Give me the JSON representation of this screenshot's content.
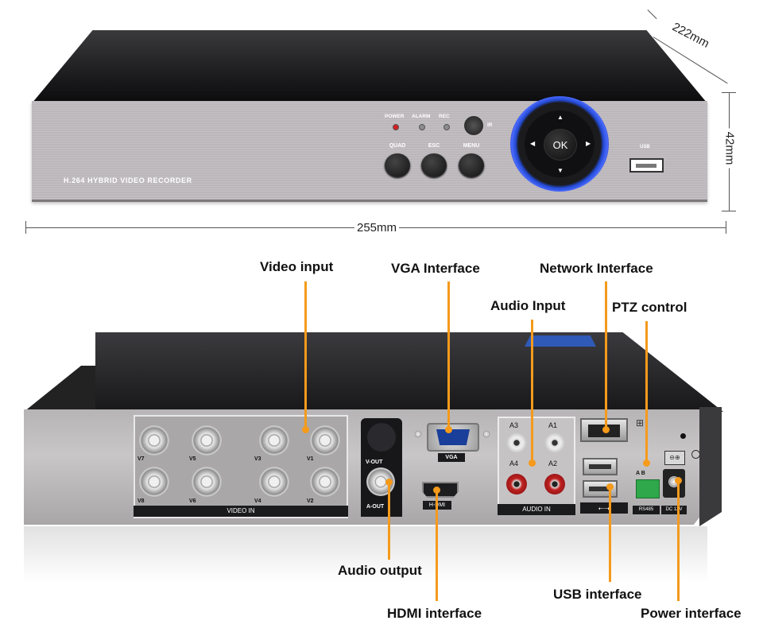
{
  "front": {
    "brand": "H.264 HYBRID VIDEO RECORDER",
    "indicators": [
      "POWER",
      "ALARM",
      "REC"
    ],
    "ir_label": "IR",
    "buttons": [
      "QUAD",
      "ESC",
      "MENU"
    ],
    "ok_label": "OK",
    "usb_label": "USB"
  },
  "dimensions": {
    "depth": "222mm",
    "height": "42mm",
    "width": "255mm"
  },
  "back": {
    "video_labels": [
      "V7",
      "V5",
      "V3",
      "V1",
      "V8",
      "V6",
      "V4",
      "V2"
    ],
    "video_in_label": "VIDEO IN",
    "vout_label": "V-OUT",
    "aout_label": "A-OUT",
    "vga_label": "VGA",
    "hdmi_label": "H-DMI",
    "audio_labels": [
      "A3",
      "A1",
      "A4",
      "A2"
    ],
    "audio_in_label": "AUDIO IN",
    "usb_symbol": "⭠⭢",
    "ab_label": "A   B",
    "rs485_label": "RS485",
    "dc_label": "DC 12V"
  },
  "callouts": {
    "video_input": "Video input",
    "vga_interface": "VGA Interface",
    "network_interface": "Network Interface",
    "audio_input": "Audio Input",
    "ptz_control": "PTZ control",
    "audio_output": "Audio output",
    "hdmi_interface": "HDMI interface",
    "usb_interface": "USB interface",
    "power_interface": "Power interface"
  },
  "colors": {
    "callout_line": "#f59a1b",
    "dpad_ring": "#2349d1"
  }
}
